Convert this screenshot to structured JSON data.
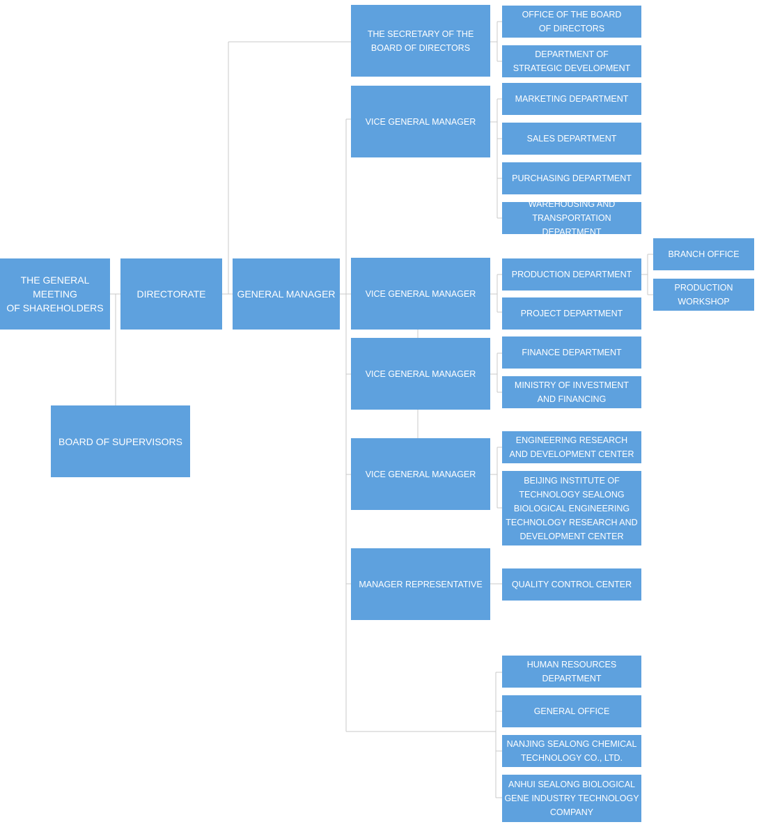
{
  "colors": {
    "box": "#5ea1de",
    "text": "#ffffff",
    "connector": "#c8c8c8",
    "background": "#ffffff"
  },
  "nodes": {
    "shareholders": "THE GENERAL\nMEETING\nOF SHAREHOLDERS",
    "directorate": "DIRECTORATE",
    "supervisors": "BOARD OF SUPERVISORS",
    "general_manager": "GENERAL MANAGER",
    "secretary": "THE SECRETARY OF THE\nBOARD OF DIRECTORS",
    "vgm_1": "VICE GENERAL MANAGER",
    "vgm_2": "VICE GENERAL MANAGER",
    "vgm_3": "VICE GENERAL MANAGER",
    "vgm_4": "VICE GENERAL MANAGER",
    "manager_rep": "MANAGER REPRESENTATIVE",
    "office_board": "OFFICE OF THE BOARD\nOF DIRECTORS",
    "strategic_dev": "DEPARTMENT OF\nSTRATEGIC DEVELOPMENT",
    "marketing": "MARKETING DEPARTMENT",
    "sales": "SALES DEPARTMENT",
    "purchasing": "PURCHASING DEPARTMENT",
    "warehousing": "WAREHOUSING AND\nTRANSPORTATION DEPARTMENT",
    "production": "PRODUCTION DEPARTMENT",
    "project": "PROJECT DEPARTMENT",
    "branch_office": "BRANCH OFFICE",
    "production_workshop": "PRODUCTION\nWORKSHOP",
    "finance": "FINANCE DEPARTMENT",
    "investment": "MINISTRY OF INVESTMENT\nAND FINANCING",
    "eng_research": "ENGINEERING RESEARCH\nAND DEVELOPMENT CENTER",
    "bit_sealong": "BEIJING INSTITUTE OF\nTECHNOLOGY SEALONG\nBIOLOGICAL ENGINEERING\nTECHNOLOGY RESEARCH AND\nDEVELOPMENT CENTER",
    "quality_control": "QUALITY CONTROL CENTER",
    "human_resources": "HUMAN RESOURCES\nDEPARTMENT",
    "general_office": "GENERAL OFFICE",
    "nanjing": "NANJING SEALONG CHEMICAL\nTECHNOLOGY CO., LTD.",
    "anhui": "ANHUI SEALONG BIOLOGICAL\nGENE INDUSTRY TECHNOLOGY\nCOMPANY"
  }
}
